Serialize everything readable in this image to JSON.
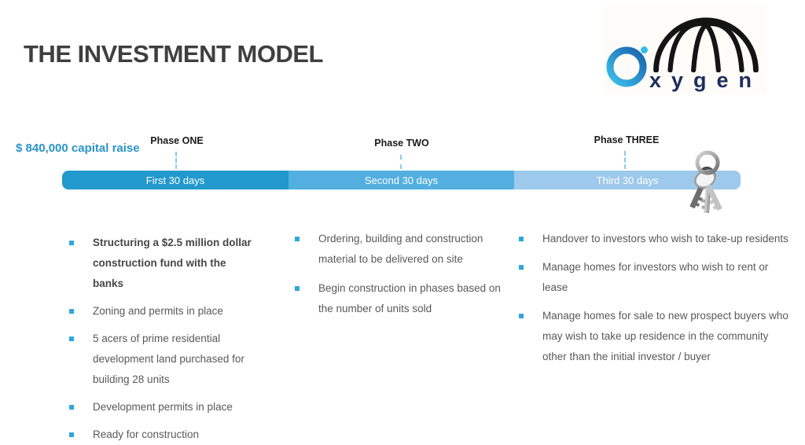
{
  "slide": {
    "title": "THE INVESTMENT MODEL",
    "capital_raise_label": "$ 840,000 capital raise"
  },
  "logo": {
    "brand_o": "O",
    "brand_rest": "xygen",
    "dome_icon": "dome-arches-icon",
    "dot_icon": "dot-icon",
    "colors": {
      "ring_start": "#3bc0ef",
      "ring_end": "#1a62a9",
      "dot": "#35bcec",
      "wordmark": "#1e2d5e",
      "dome": "#141414"
    }
  },
  "timeline": {
    "phases": [
      {
        "label": "Phase ONE",
        "segment_label": "First 30 days",
        "color": "#2199cc"
      },
      {
        "label": "Phase TWO",
        "segment_label": "Second 30 days",
        "color": "#52afe0"
      },
      {
        "label": "Phase THREE",
        "segment_label": "Third 30 days",
        "color": "#9dc9ec"
      }
    ],
    "keys_icon": "keys-icon",
    "connector_style": "dashed",
    "connector_color": "#8ccbea"
  },
  "columns": [
    {
      "phase": "Phase ONE",
      "items": [
        {
          "text": "Structuring a $2.5 million dollar\nconstruction fund with the banks",
          "bold": true
        },
        {
          "text": "Zoning and permits in place",
          "bold": false
        },
        {
          "text": "5 acers of prime residential\ndevelopment land purchased for\nbuilding 28 units",
          "bold": false
        },
        {
          "text": "Development permits in place",
          "bold": false
        },
        {
          "text": "Ready for construction",
          "bold": false
        }
      ]
    },
    {
      "phase": "Phase TWO",
      "items": [
        {
          "text": "Ordering, building and construction\nmaterial to be delivered on site",
          "bold": false
        },
        {
          "text": "Begin construction in phases based on\nthe number of units sold",
          "bold": false
        }
      ]
    },
    {
      "phase": "Phase THREE",
      "items": [
        {
          "text": "Handover to investors who wish to take-up residents",
          "bold": false
        },
        {
          "text": "Manage homes for investors who wish to rent or lease",
          "bold": false
        },
        {
          "text": "Manage homes for sale to new prospect buyers who\nmay wish to take up residence in the community\nother than the initial investor / buyer",
          "bold": false
        }
      ]
    }
  ],
  "colors": {
    "title_text": "#3f3f3f",
    "accent_blue": "#2a94c7",
    "bar_phase1": "#2199cc",
    "bar_phase2": "#52afe0",
    "bar_phase3": "#9dc9ec",
    "bullet": "#2fa6dc",
    "body_text": "#595959",
    "bar_text": "#ffffff",
    "background": "#ffffff"
  }
}
